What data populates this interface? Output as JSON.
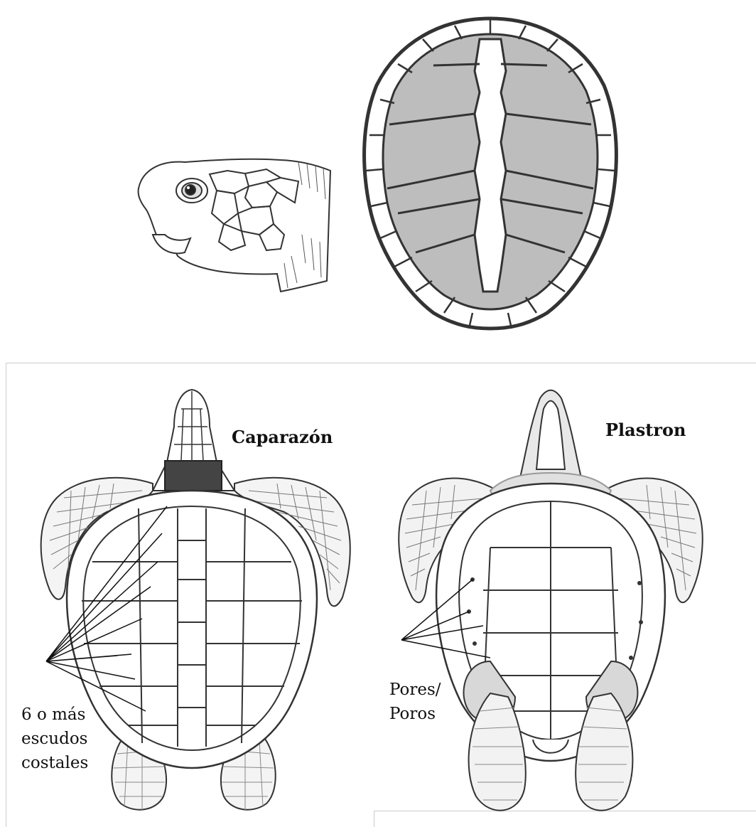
{
  "labels": {
    "carapace": "Caparazón",
    "plastron": "Plastron",
    "costal_line1": "6 o más",
    "costal_line2": "escudos",
    "costal_line3": "costales",
    "pores_line1": "Pores/",
    "pores_line2": "Poros"
  },
  "colors": {
    "ink": "#333333",
    "scute_fill": "#bdbdbd",
    "stipple": "#999999",
    "frame": "#cccccc",
    "background": "#ffffff"
  },
  "icons": [
    "turtle-head-illustration",
    "carapace-scute-diagram",
    "turtle-dorsal-illustration",
    "turtle-ventral-illustration"
  ]
}
